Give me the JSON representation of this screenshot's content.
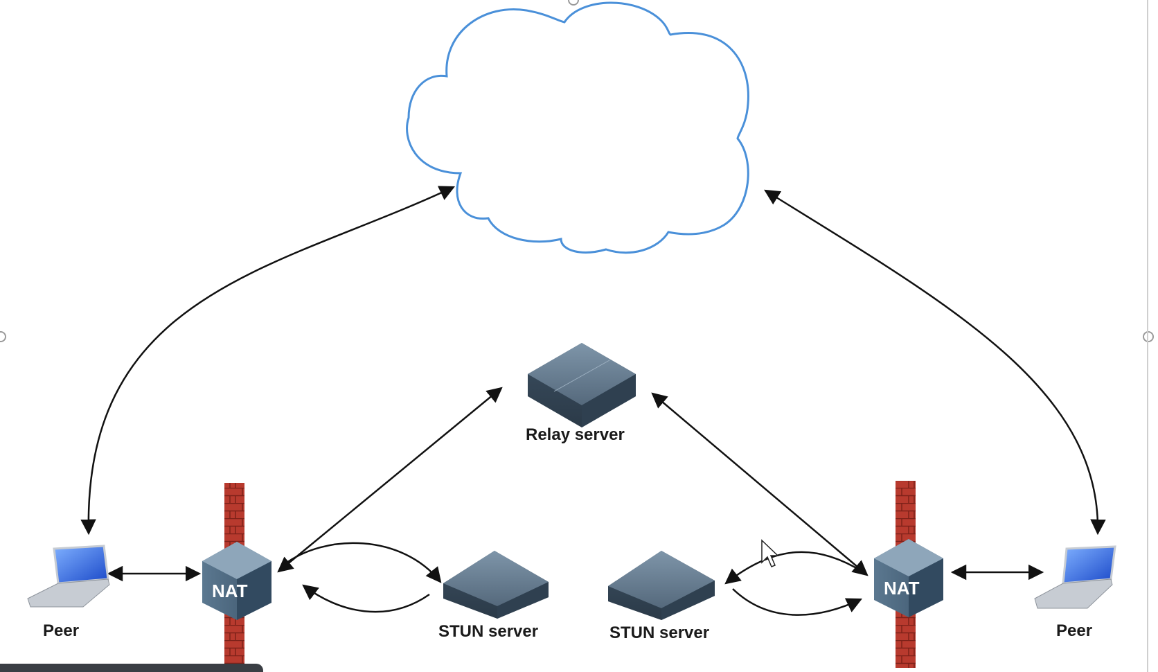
{
  "diagram": {
    "labels": {
      "relay_server": "Relay server",
      "stun_server_left": "STUN server",
      "stun_server_right": "STUN server",
      "peer_left": "Peer",
      "peer_right": "Peer",
      "nat_left": "NAT",
      "nat_right": "NAT"
    },
    "colors": {
      "cloud_stroke": "#4a90d9",
      "arrow": "#111111",
      "firewall": "#b83a2e",
      "device": "#4f6578",
      "nat_box": "#3e5a72"
    },
    "icons": [
      "cloud-icon",
      "relay-server-icon",
      "stun-server-icon",
      "nat-router-icon",
      "firewall-icon",
      "laptop-icon",
      "mouse-cursor-icon"
    ]
  }
}
